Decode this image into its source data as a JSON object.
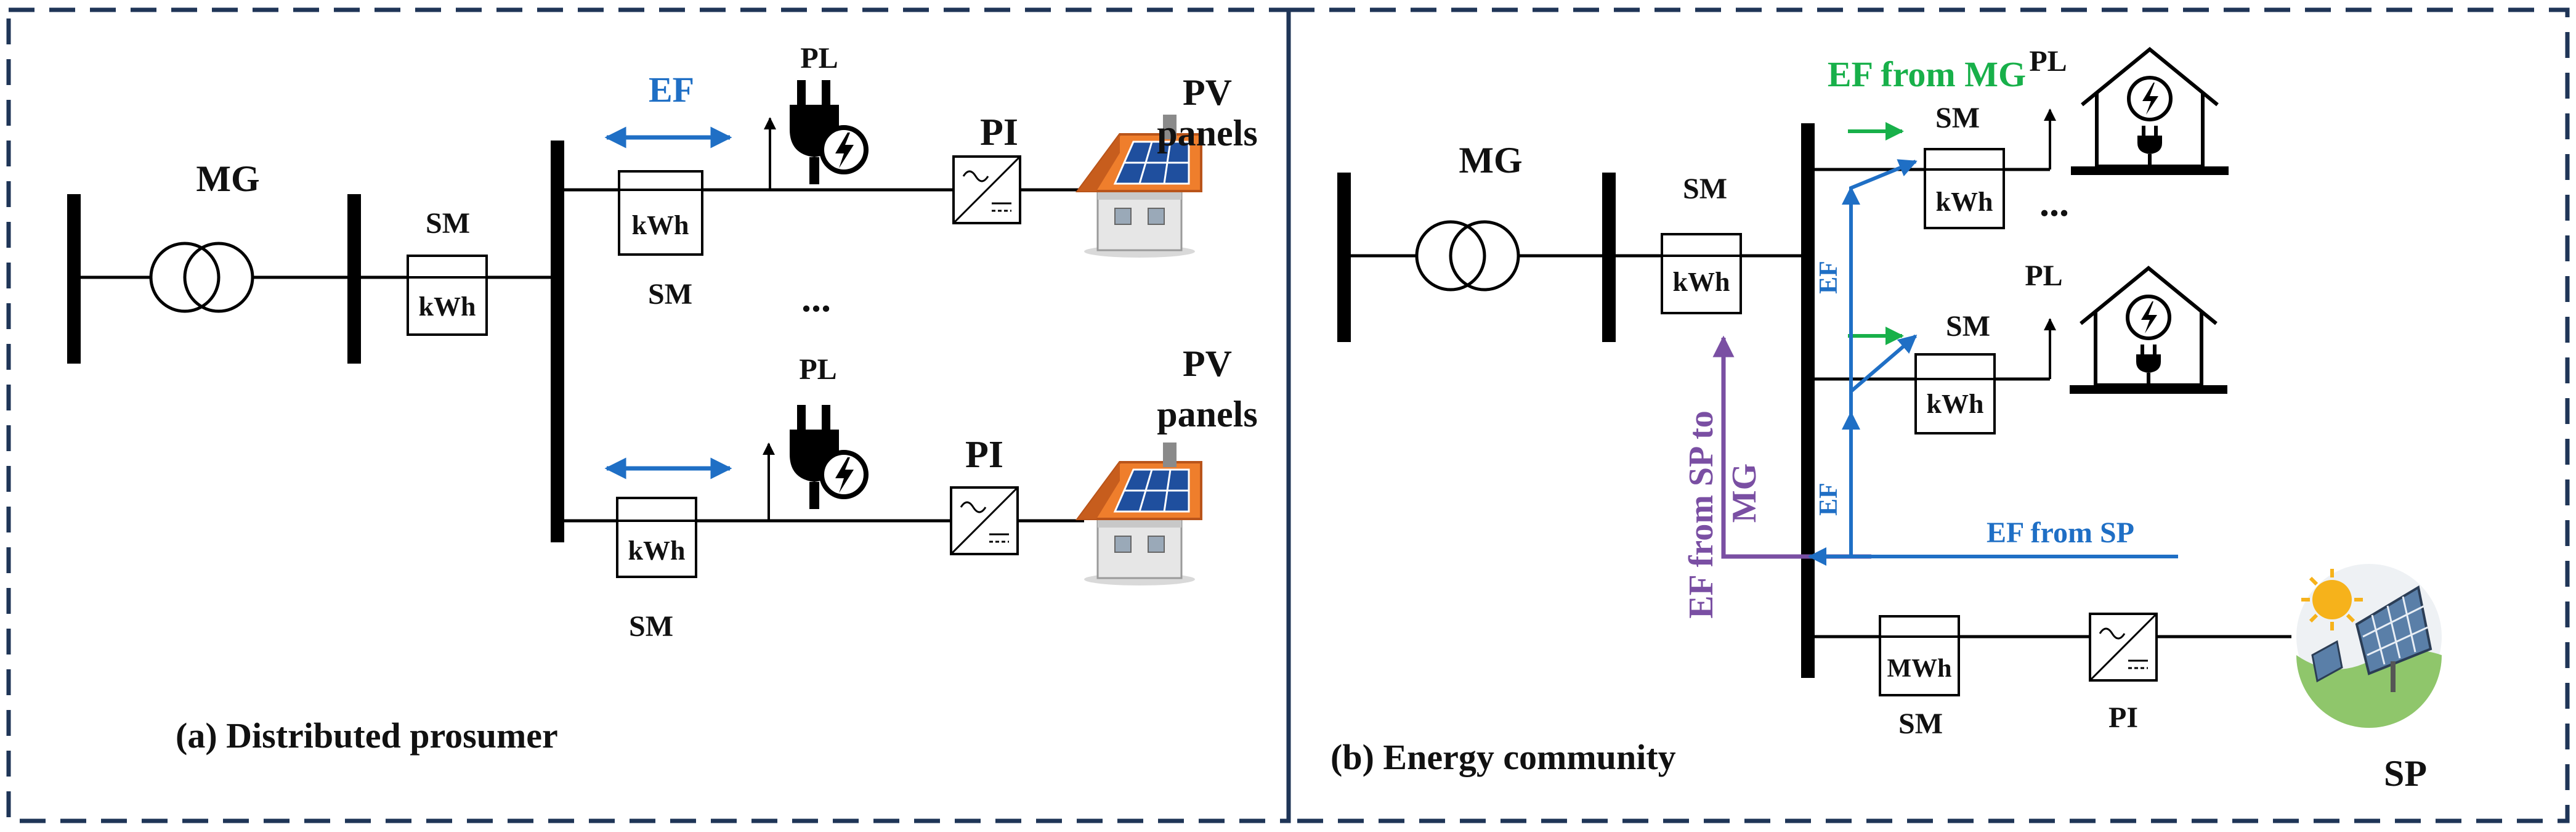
{
  "panel_a": {
    "caption": "(a) Distributed prosumer",
    "mg_label": "MG",
    "meter_main_label": "SM",
    "meter_main_unit": "kWh",
    "branches": [
      {
        "ef_label": "EF",
        "meter_unit": "kWh",
        "meter_label": "SM",
        "load_label": "PL",
        "inverter_label": "PI",
        "pv_label_1": "PV",
        "pv_label_2": "panels"
      },
      {
        "ef_label": "",
        "meter_unit": "kWh",
        "meter_label": "SM",
        "load_label": "PL",
        "inverter_label": "PI",
        "pv_label_1": "PV",
        "pv_label_2": "panels"
      }
    ],
    "ellipsis": "..."
  },
  "panel_b": {
    "caption": "(b) Energy community",
    "mg_label": "MG",
    "meter_main_label": "SM",
    "meter_main_unit": "kWh",
    "ef_from_mg": "EF from MG",
    "ef_from_sp_to_mg_1": "EF from SP to",
    "ef_from_sp_to_mg_2": "MG",
    "ef_from_sp": "EF from SP",
    "ef_vertical_1": "EF",
    "ef_vertical_2": "EF",
    "homes": [
      {
        "meter_label": "SM",
        "meter_unit": "kWh",
        "load_label": "PL"
      },
      {
        "meter_label": "SM",
        "meter_unit": "kWh",
        "load_label": "PL"
      }
    ],
    "ellipsis": "...",
    "sp_meter_unit": "MWh",
    "sp_meter_label": "SM",
    "sp_inverter_label": "PI",
    "sp_label": "SP"
  },
  "colors": {
    "ef_blue": "#1f6fc5",
    "ef_green": "#18b04a",
    "ef_purple": "#7a4fa3",
    "roof": "#ef7e2c",
    "solar": "#1f4f9e",
    "frame": "#1f3557"
  }
}
